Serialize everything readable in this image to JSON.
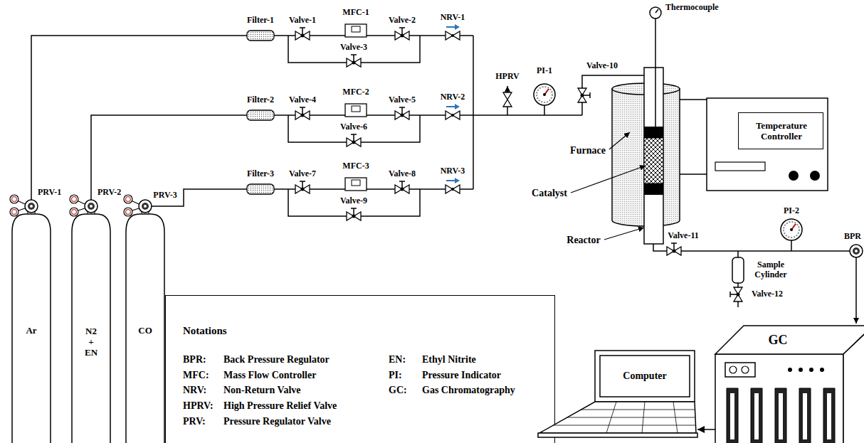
{
  "diagram": {
    "nodes": [
      {
        "text": [
          "Temperature Controller"
        ]
      },
      {
        "text": [
          "Ar"
        ]
      },
      {
        "text": [
          "N2 + EN"
        ]
      },
      {
        "text": [
          "CO"
        ]
      },
      {
        "text": [
          "Notations",
          "BPR:",
          "Back Pressure Regulator",
          "EN:",
          "Ethyl Nitrite",
          "MFC:",
          "Mass Flow Controller",
          "PI:",
          "Pressure Indicator",
          "NRV:",
          "Non-Return Valve",
          "GC:",
          "Gas Chromatography",
          "HPRV:",
          "High Pressure Relief Valve",
          "PRV:",
          "Pressure Regulator Valve"
        ]
      },
      {
        "text": [
          "Computer"
        ]
      },
      {
        "text": [
          "GC"
        ]
      }
    ],
    "edges": [
      {
        "from": 6,
        "to": 5,
        "arrow": "to"
      }
    ],
    "labels": [
      "Filter-1",
      "Valve-1",
      "MFC-1",
      "Valve-2",
      "NRV-1",
      "Valve-3",
      "Thermocouple",
      "HPRV",
      "PI-1",
      "Valve-10",
      "Filter-2",
      "Valve-4",
      "MFC-2",
      "Valve-5",
      "NRV-2",
      "Valve-6",
      "Furnace",
      "Filter-3",
      "Valve-7",
      "MFC-3",
      "Valve-8",
      "NRV-3",
      "Valve-9",
      "PRV-1",
      "PRV-2",
      "PRV-3",
      "Catalyst",
      "Reactor",
      "Valve-11",
      "PI-2",
      "BPR",
      "Sample Cylinder",
      "Valve-12"
    ]
  }
}
